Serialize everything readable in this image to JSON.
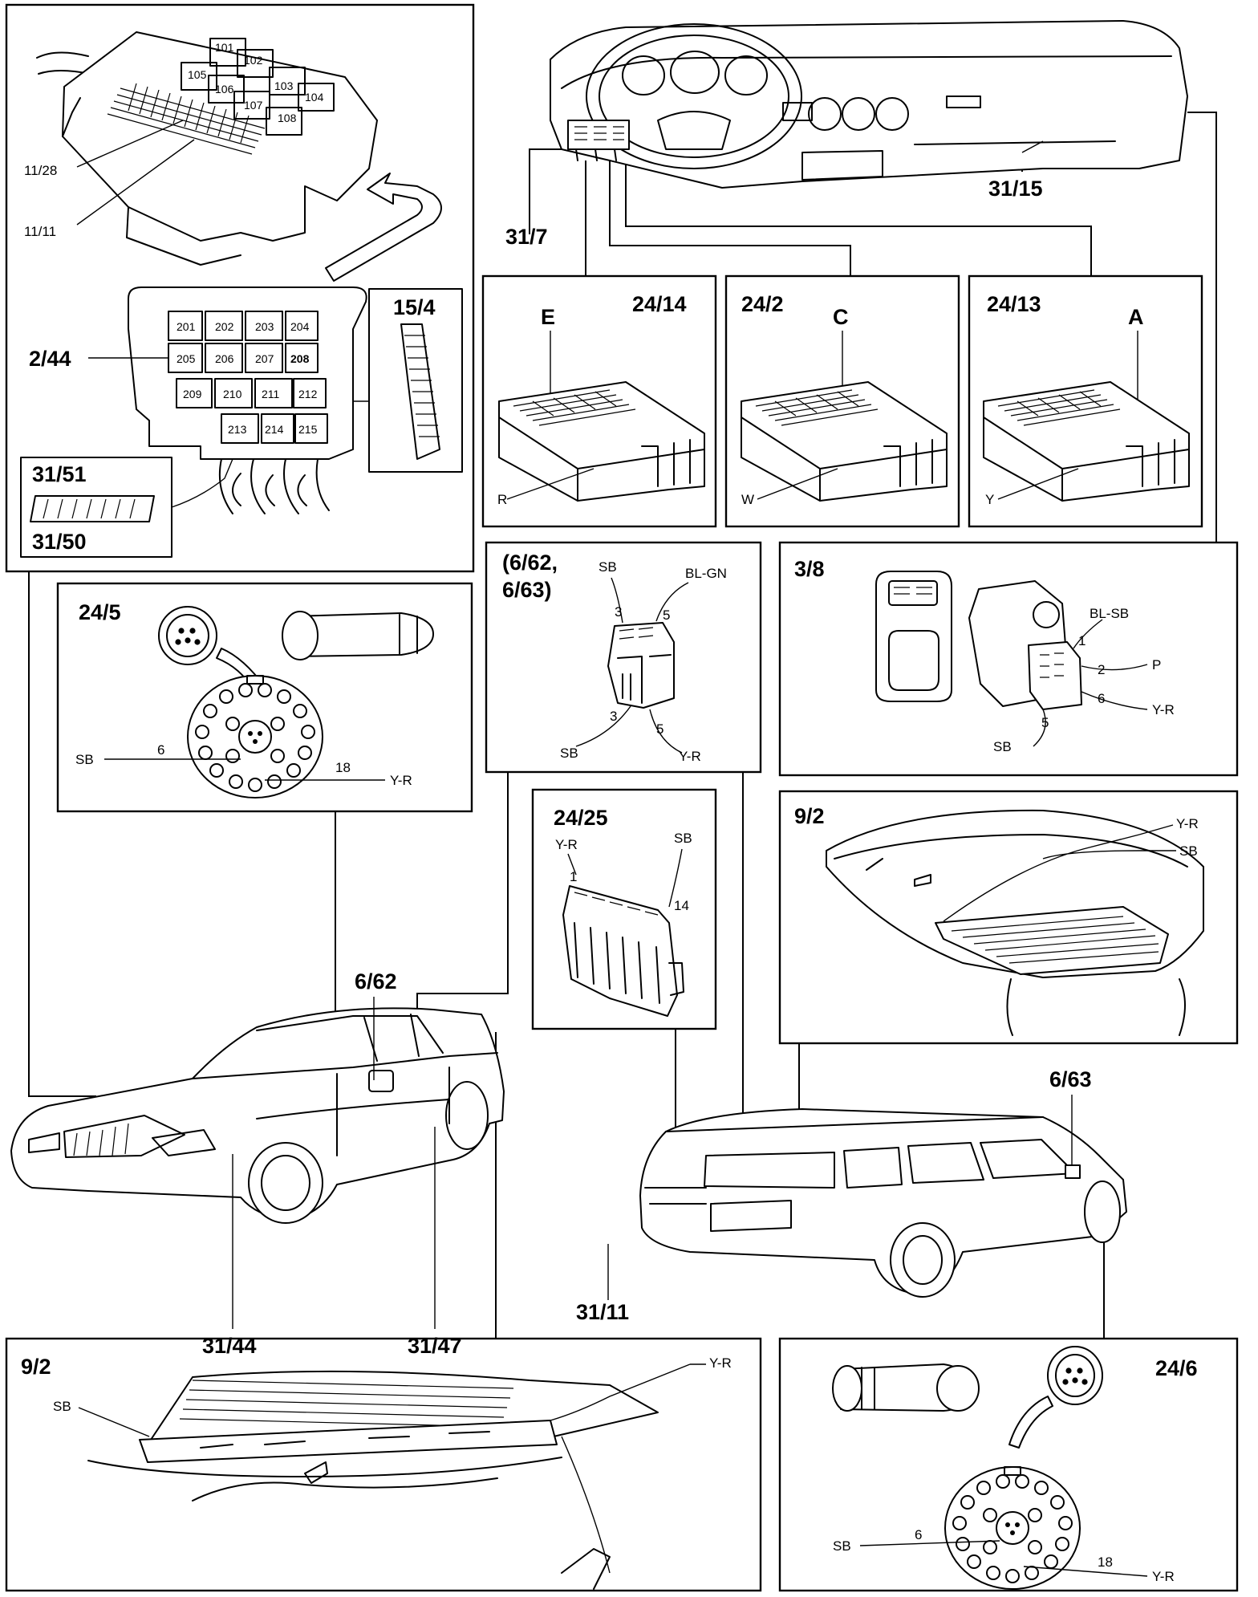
{
  "labels": {
    "c11_28": "11/28",
    "c11_11": "11/11",
    "c2_44": "2/44",
    "c15_4": "15/4",
    "c31_51": "31/51",
    "c31_50": "31/50",
    "c31_7": "31/7",
    "c31_15": "31/15",
    "c24_14": "24/14",
    "c24_2": "24/2",
    "c24_13": "24/13",
    "letter_e": "E",
    "letter_c": "C",
    "letter_a": "A",
    "color_r": "R",
    "color_w": "W",
    "color_y": "Y",
    "c24_5": "24/5",
    "c6_62_63_line1": "(6/62,",
    "c6_62_63_line2": "6/63)",
    "c3_8": "3/8",
    "c24_25": "24/25",
    "c9_2_right": "9/2",
    "c6_62": "6/62",
    "c6_63": "6/63",
    "c31_44": "31/44",
    "c31_47": "31/47",
    "c31_11": "31/11",
    "c9_2_bottom": "9/2",
    "c24_6": "24/6"
  },
  "fuse_numbers": {
    "top_relays": [
      "101",
      "102",
      "103",
      "104",
      "105",
      "106",
      "107",
      "108"
    ],
    "lower_relays": [
      "201",
      "202",
      "203",
      "204",
      "205",
      "206",
      "207",
      "208",
      "209",
      "210",
      "211",
      "212",
      "213",
      "214",
      "215"
    ]
  },
  "wires": {
    "sb": "SB",
    "bl_gn": "BL-GN",
    "bl_sb": "BL-SB",
    "p": "P",
    "y_r": "Y-R"
  },
  "pins": {
    "p1": "1",
    "p2": "2",
    "p3": "3",
    "p5": "5",
    "p6": "6",
    "p14": "14",
    "p18": "18"
  }
}
